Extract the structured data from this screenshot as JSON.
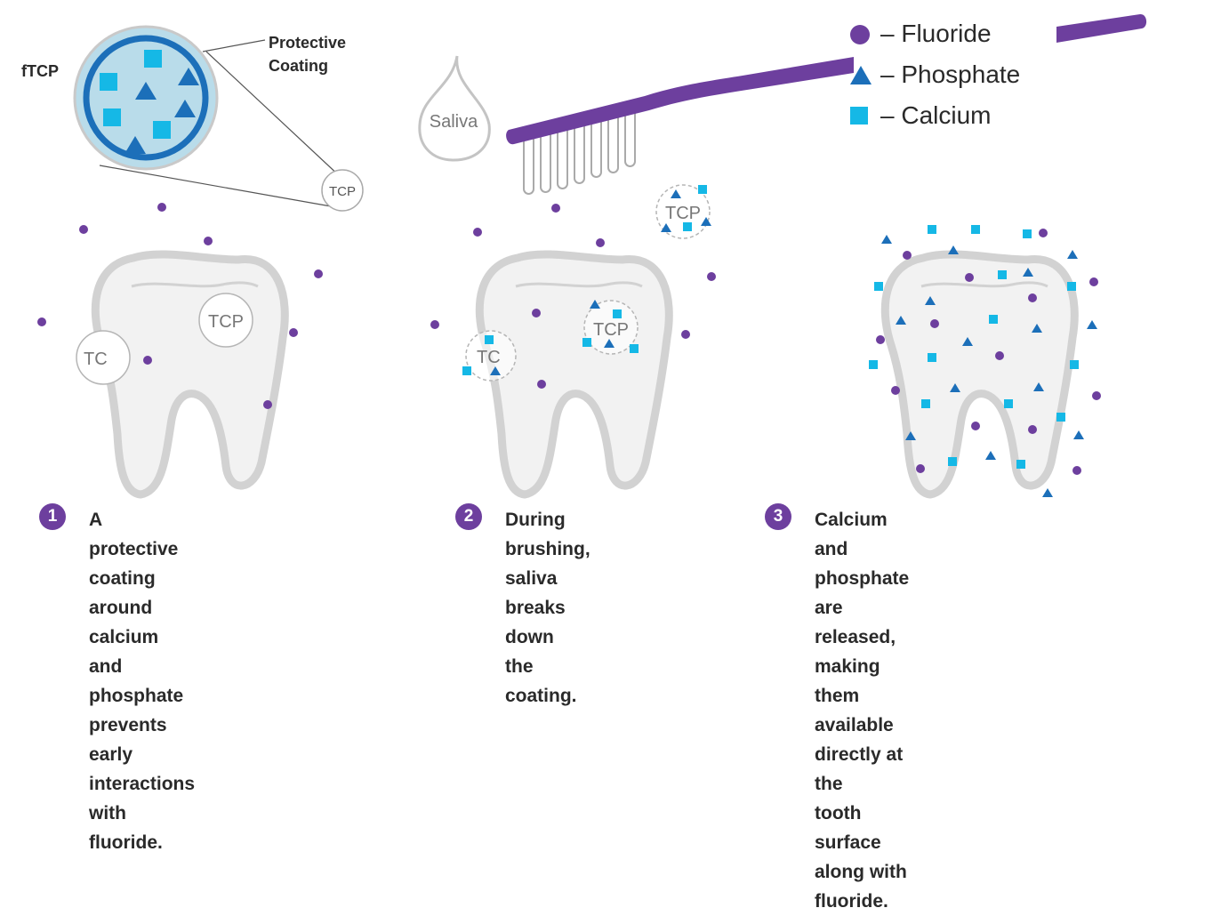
{
  "labels": {
    "ftcp": "fTCP",
    "coating_line1": "Protective",
    "coating_line2": "Coating",
    "saliva": "Saliva",
    "tcp": "TCP",
    "tcp_cut": "TC"
  },
  "legend": [
    {
      "shape": "circle",
      "label": "– Fluoride"
    },
    {
      "shape": "triangle",
      "label": "– Phosphate"
    },
    {
      "shape": "square",
      "label": "– Calcium"
    }
  ],
  "steps": [
    {
      "number": "1",
      "lines": [
        "A protective coating around",
        "calcium and phosphate",
        "prevents early interactions",
        "with fluoride."
      ]
    },
    {
      "number": "2",
      "lines": [
        "During brushing,",
        "saliva breaks down",
        "the coating."
      ]
    },
    {
      "number": "3",
      "lines": [
        "Calcium and phosphate are released,",
        "making them available directly at the",
        "tooth surface along with fluoride."
      ]
    }
  ],
  "colors": {
    "fluoride": "#6d3f9e",
    "phosphate": "#1c6fb9",
    "calcium": "#15b8e6",
    "tooth_fill": "#f2f2f2",
    "tooth_stroke": "#d2d2d2",
    "coating": "#1c6fb9",
    "coating_fill": "#b9dcea",
    "brush": "#6d3f9e"
  }
}
